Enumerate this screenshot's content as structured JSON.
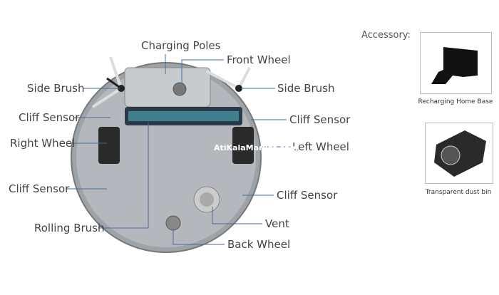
{
  "labels": {
    "charging_poles": "Charging Poles",
    "front_wheel": "Front Wheel",
    "side_brush_left": "Side Brush",
    "side_brush_right": "Side Brush",
    "cliff_sensor_upper_left": "Cliff Sensor",
    "cliff_sensor_upper_right": "Cliff Sensor",
    "right_wheel": "Right Wheel",
    "left_wheel": "Left Wheel",
    "cliff_sensor_lower_left": "Cliff Sensor",
    "cliff_sensor_lower_right": "Cliff Sensor",
    "rolling_brush": "Rolling Brush",
    "vent": "Vent",
    "back_wheel": "Back Wheel"
  },
  "watermark": "AtiKalaMarket.com",
  "accessory": {
    "title": "Accessory:",
    "items": [
      {
        "caption": "Recharging Home Base"
      },
      {
        "caption": "Transparent  dust bin"
      }
    ]
  }
}
